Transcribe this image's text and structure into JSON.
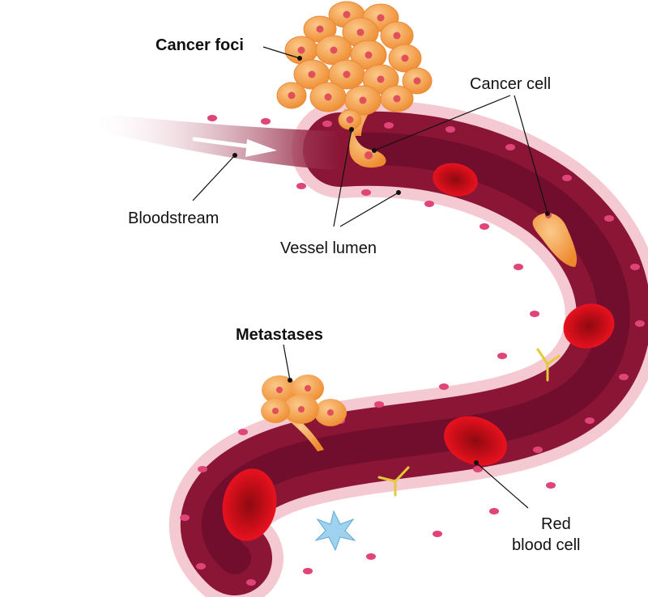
{
  "labels": {
    "cancer_foci": "Cancer foci",
    "cancer_cell": "Cancer cell",
    "bloodstream": "Bloodstream",
    "vessel_lumen": "Vessel lumen",
    "metastases": "Metastases",
    "red_blood_cell_line1": "Red",
    "red_blood_cell_line2": "blood cell"
  },
  "colors": {
    "vessel_wall": "#f4c9d2",
    "vessel_wall_edge": "#e9a7b6",
    "wall_nuclei": "#e0457a",
    "lumen_dark": "#5e0a26",
    "lumen_mid": "#8a1535",
    "red_cell": "#d4101b",
    "red_cell_center": "#8e0a10",
    "cancer_cell": "#f3a04a",
    "cancer_cell_light": "#fbc98a",
    "cancer_nucleus": "#e0505a",
    "antibody": "#e4c93a",
    "platelet": "#9fd2ee",
    "arrow": "#ffffff"
  }
}
